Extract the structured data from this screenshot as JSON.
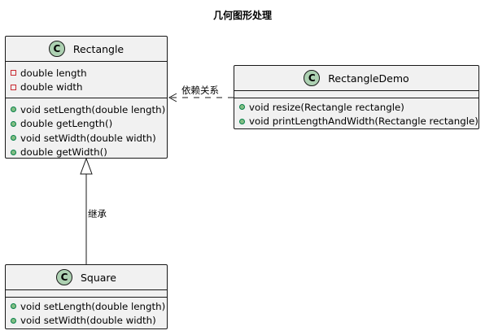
{
  "title": "几何图形处理",
  "classes": {
    "rectangle": {
      "badge": "C",
      "name": "Rectangle",
      "fields": [
        {
          "visibility": "private",
          "text": "double length"
        },
        {
          "visibility": "private",
          "text": "double width"
        }
      ],
      "methods": [
        {
          "visibility": "public",
          "text": "void setLength(double length)"
        },
        {
          "visibility": "public",
          "text": "double getLength()"
        },
        {
          "visibility": "public",
          "text": "void setWidth(double width)"
        },
        {
          "visibility": "public",
          "text": "double getWidth()"
        }
      ]
    },
    "rectangle_demo": {
      "badge": "C",
      "name": "RectangleDemo",
      "fields": [],
      "methods": [
        {
          "visibility": "public",
          "text": "void resize(Rectangle rectangle)"
        },
        {
          "visibility": "public",
          "text": "void printLengthAndWidth(Rectangle rectangle)"
        }
      ]
    },
    "square": {
      "badge": "C",
      "name": "Square",
      "fields": [],
      "methods": [
        {
          "visibility": "public",
          "text": "void setLength(double length)"
        },
        {
          "visibility": "public",
          "text": "void setWidth(double width)"
        }
      ]
    }
  },
  "relations": {
    "dependency_label": "依赖关系",
    "inheritance_label": "继承"
  },
  "colors": {
    "class_fill": "#f1f1f1",
    "badge_fill": "#add1b2",
    "private_marker": "#c82930",
    "public_marker": "#84be84",
    "line": "#181818"
  }
}
